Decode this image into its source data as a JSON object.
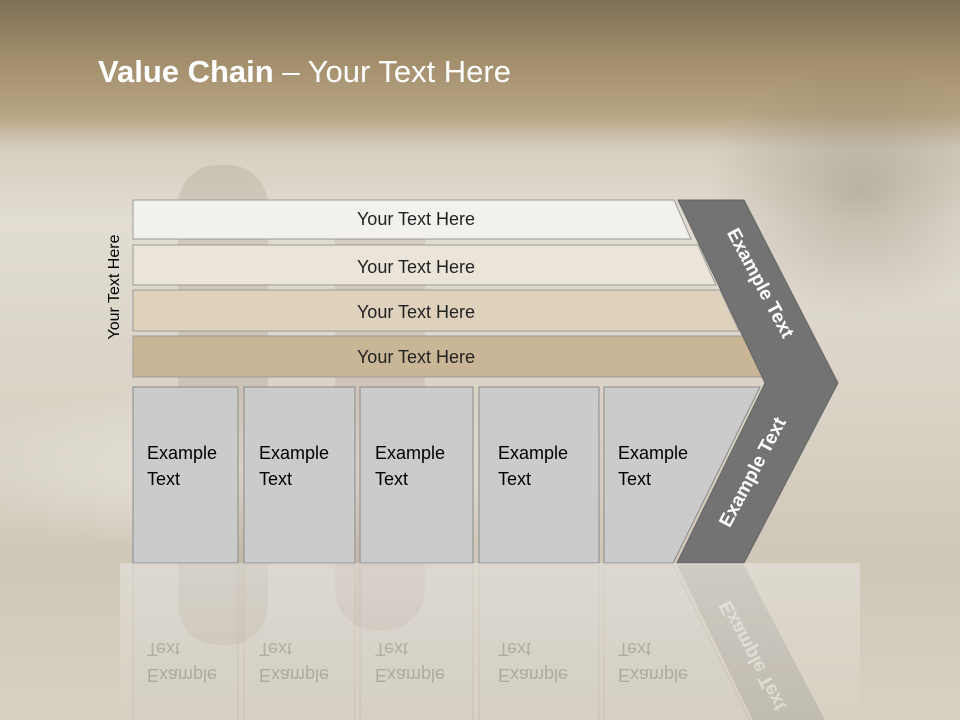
{
  "title": {
    "bold": "Value Chain",
    "rest": " – Your Text Here"
  },
  "side_label": "Your Text Here",
  "bands": [
    {
      "label": "Your Text Here",
      "color": "#f3f1ed"
    },
    {
      "label": "Your Text Here",
      "color": "#ebe4d8"
    },
    {
      "label": "Your Text Here",
      "color": "#dfd2bd"
    },
    {
      "label": "Your Text Here",
      "color": "#c8b696"
    }
  ],
  "boxes": [
    {
      "line1": "Example",
      "line2": "Text"
    },
    {
      "line1": "Example",
      "line2": "Text"
    },
    {
      "line1": "Example",
      "line2": "Text"
    },
    {
      "line1": "Example",
      "line2": "Text"
    },
    {
      "line1": "Example",
      "line2": "Text"
    }
  ],
  "chevron": {
    "top_label": "Example Text",
    "bottom_label": "Example Text",
    "color": "#737373"
  },
  "colors": {
    "box_fill": "#cbcbcb",
    "box_border": "#8a8a8a",
    "title_text": "#ffffff"
  }
}
